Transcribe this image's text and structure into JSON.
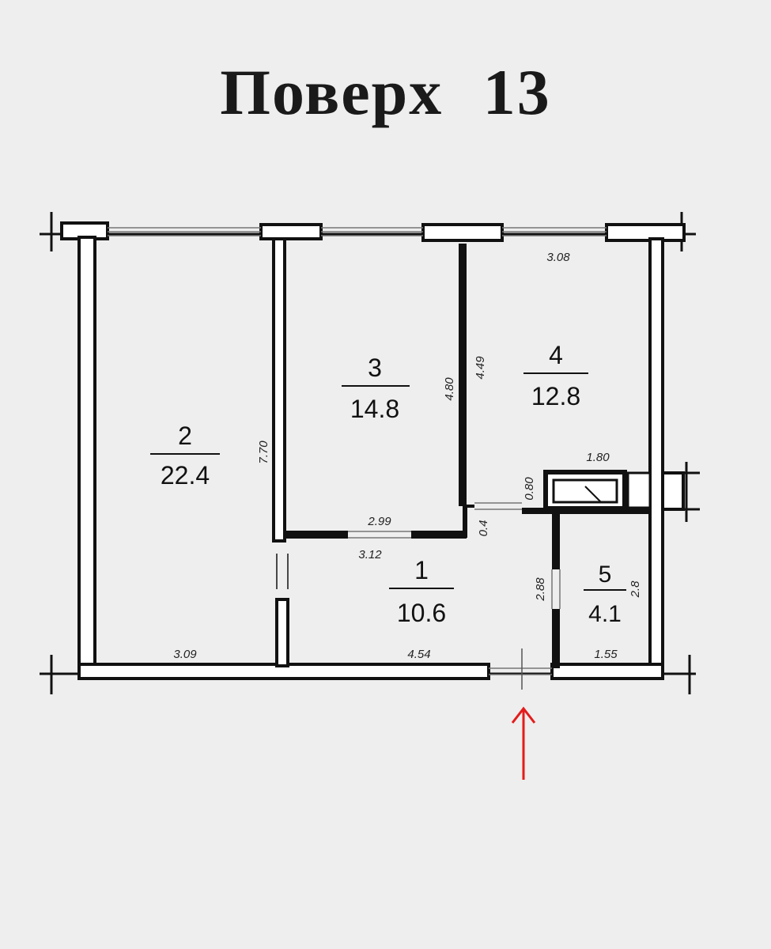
{
  "title": "Поверх 13",
  "rooms": [
    {
      "number": "1",
      "area": "10.6"
    },
    {
      "number": "2",
      "area": "22.4"
    },
    {
      "number": "3",
      "area": "14.8"
    },
    {
      "number": "4",
      "area": "12.8"
    },
    {
      "number": "5",
      "area": "4.1"
    }
  ],
  "dimensions": {
    "room4_width_top": "3.08",
    "room3_height": "4.80",
    "room4_height": "4.49",
    "room2_height": "7.70",
    "room3_bottom_inner": "2.99",
    "hall_top": "3.12",
    "hall_small": "0.4",
    "balcony_width": "1.80",
    "balcony_depth": "0.80",
    "bath_height_left": "2.88",
    "bath_height_right": "2.8",
    "room2_bottom": "3.09",
    "hall_bottom": "4.54",
    "bath_bottom": "1.55"
  },
  "entrance_arrow_color": "#e41b1b",
  "wall_color": "#111111"
}
